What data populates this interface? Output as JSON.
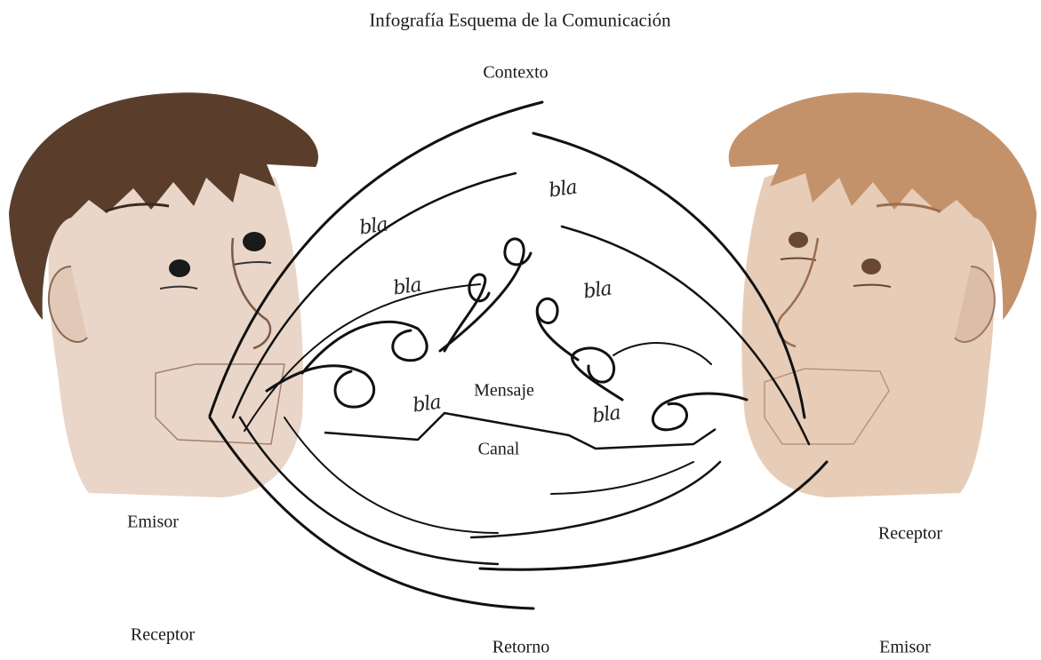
{
  "title": "Infografía Esquema de la Comunicación",
  "labels": {
    "context": "Contexto",
    "message": "Mensaje",
    "channel": "Canal",
    "left_top": "Emisor",
    "left_bottom": "Receptor",
    "right_top": "Receptor",
    "right_bottom": "Emisor",
    "feedback": "Retorno"
  },
  "bla_word": "bla",
  "colors": {
    "left_hair": "#5a3e2b",
    "left_skin": "#ead6c8",
    "right_hair": "#c4926a",
    "right_skin": "#e7cdb8",
    "ink": "#111111"
  }
}
